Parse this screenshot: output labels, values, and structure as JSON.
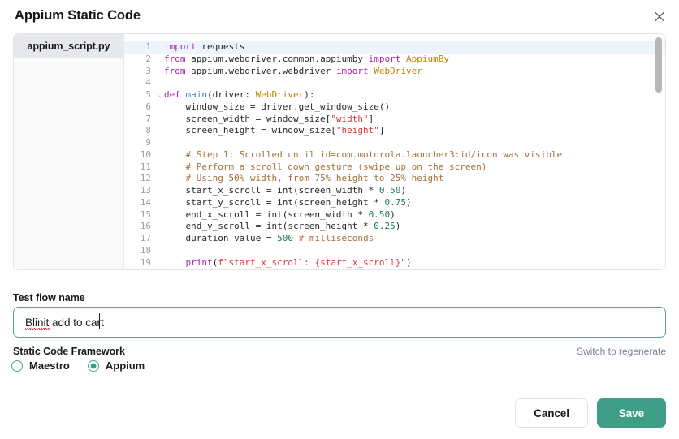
{
  "modal": {
    "title": "Appium Static Code",
    "close_icon": "close-icon"
  },
  "code_panel": {
    "file_tab": "appium_script.py",
    "lines": [
      {
        "n": "1",
        "text": "import requests"
      },
      {
        "n": "2",
        "text": "from appium.webdriver.common.appiumby import AppiumBy"
      },
      {
        "n": "3",
        "text": "from appium.webdriver.webdriver import WebDriver"
      },
      {
        "n": "4",
        "text": ""
      },
      {
        "n": "5",
        "text": "def main(driver: WebDriver):"
      },
      {
        "n": "6",
        "text": "    window_size = driver.get_window_size()"
      },
      {
        "n": "7",
        "text": "    screen_width = window_size[\"width\"]"
      },
      {
        "n": "8",
        "text": "    screen_height = window_size[\"height\"]"
      },
      {
        "n": "9",
        "text": ""
      },
      {
        "n": "10",
        "text": "    # Step 1: Scrolled until id=com.motorola.launcher3:id/icon was visible"
      },
      {
        "n": "11",
        "text": "    # Perform a scroll down gesture (swipe up on the screen)"
      },
      {
        "n": "12",
        "text": "    # Using 50% width, from 75% height to 25% height"
      },
      {
        "n": "13",
        "text": "    start_x_scroll = int(screen_width * 0.50)"
      },
      {
        "n": "14",
        "text": "    start_y_scroll = int(screen_height * 0.75)"
      },
      {
        "n": "15",
        "text": "    end_x_scroll = int(screen_width * 0.50)"
      },
      {
        "n": "16",
        "text": "    end_y_scroll = int(screen_height * 0.25)"
      },
      {
        "n": "17",
        "text": "    duration_value = 500 # milliseconds"
      },
      {
        "n": "18",
        "text": ""
      },
      {
        "n": "19",
        "text": "    print(f\"start_x_scroll: {start_x_scroll}\")"
      }
    ]
  },
  "flow": {
    "label": "Test flow name",
    "value": "Blinit add to cart",
    "placeholder": "Test flow name"
  },
  "framework": {
    "label": "Static Code Framework",
    "regenerate_link": "Switch to regenerate",
    "options": [
      {
        "label": "Maestro",
        "selected": false
      },
      {
        "label": "Appium",
        "selected": true
      }
    ]
  },
  "footer": {
    "cancel_label": "Cancel",
    "save_label": "Save"
  },
  "colors": {
    "accent": "#3f9e88",
    "input_border": "#4aa592",
    "muted_text": "#7a8190",
    "line_highlight": "#edf4fd"
  }
}
